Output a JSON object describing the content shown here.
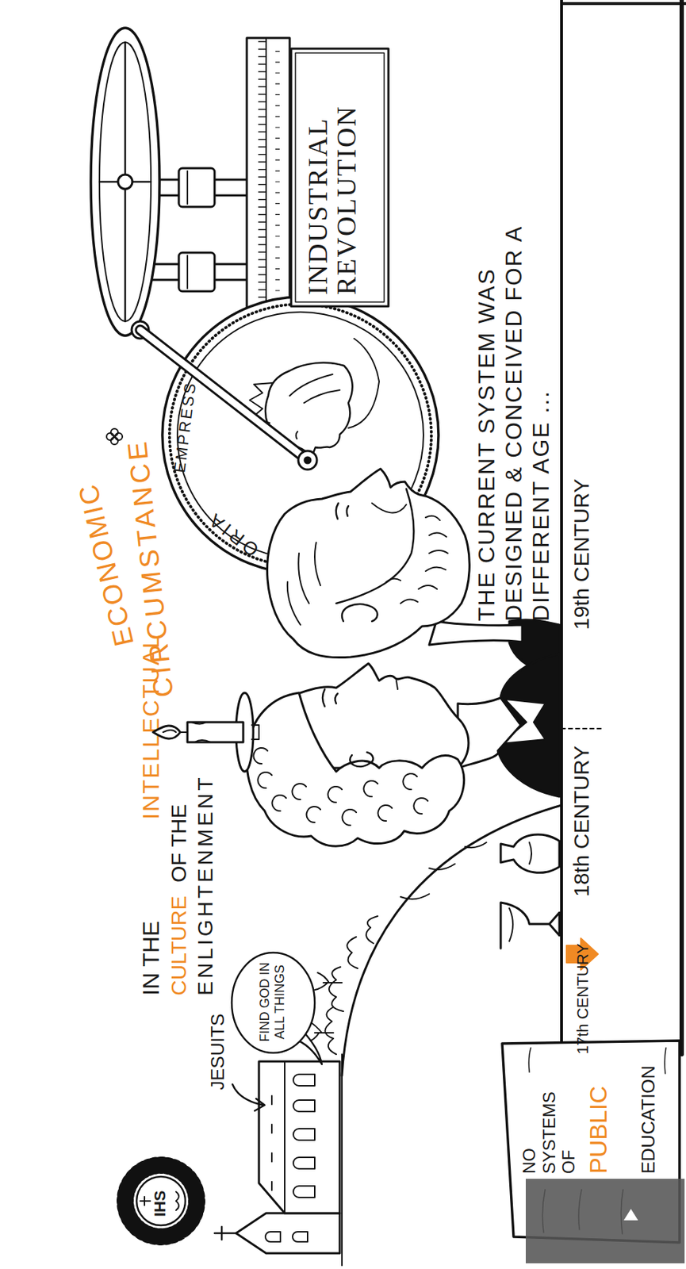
{
  "diagram": {
    "nodes": [
      {
        "text": [
          "FIND GOD IN ALL THINGS"
        ]
      },
      {
        "text": [
          "ORIA",
          "EMPRESS"
        ]
      },
      {
        "text": [
          "INDUSTRIAL REVOLUTION"
        ]
      },
      {
        "text": [
          "NO SYSTEMS OF",
          "PUBLIC",
          "EDUCATION"
        ]
      }
    ],
    "labels": [
      "IHS",
      "JESUITS",
      "IN THE",
      "INTELLECTUAL",
      "CULTURE",
      "OF THE",
      "ENLIGHTENMENT",
      "ECONOMIC",
      "CIRCUMSTANCE",
      "THE CURRENT SYSTEM WAS DESIGNED & CONCEIVED FOR A DIFFERENT AGE ...",
      "17th CENTURY",
      "18th CENTURY",
      "19th CENTURY"
    ]
  }
}
